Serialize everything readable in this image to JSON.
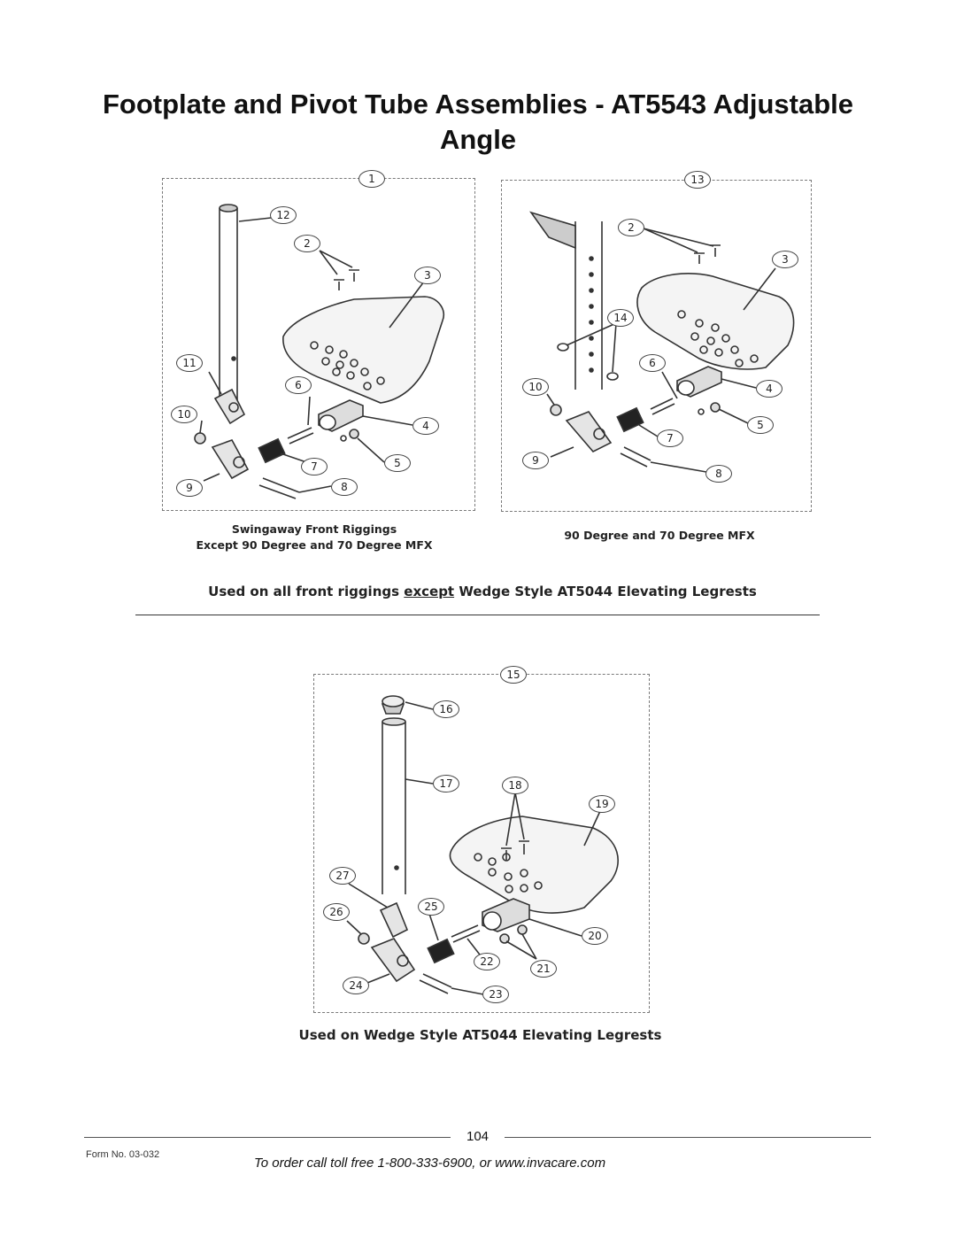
{
  "title": {
    "line1": "Footplate and Pivot Tube Assemblies - AT5543 Adjustable",
    "line2": "Angle"
  },
  "panels": {
    "left": {
      "id": "1",
      "parts": [
        "12",
        "2",
        "3",
        "11",
        "6",
        "10",
        "4",
        "7",
        "5",
        "9",
        "8"
      ],
      "caption1": "Swingaway Front Riggings",
      "caption2": "Except 90 Degree and 70 Degree MFX"
    },
    "right": {
      "id": "13",
      "parts": [
        "2",
        "3",
        "14",
        "6",
        "10",
        "4",
        "5",
        "7",
        "9",
        "8"
      ],
      "caption1": "90 Degree and 70 Degree MFX"
    },
    "bottom": {
      "id": "15",
      "parts": [
        "16",
        "17",
        "18",
        "19",
        "27",
        "25",
        "26",
        "20",
        "22",
        "21",
        "24",
        "23"
      ]
    }
  },
  "notes": {
    "top_a": "Used on all front riggings ",
    "top_b": "except",
    "top_c": " Wedge Style AT5044 Elevating Legrests",
    "bottom": "Used on Wedge Style AT5044 Elevating Legrests"
  },
  "footer": {
    "page_number": "104",
    "form_no": "Form No.  03-032",
    "order_text": "To order call toll free 1-800-333-6900, or www.invacare.com"
  }
}
